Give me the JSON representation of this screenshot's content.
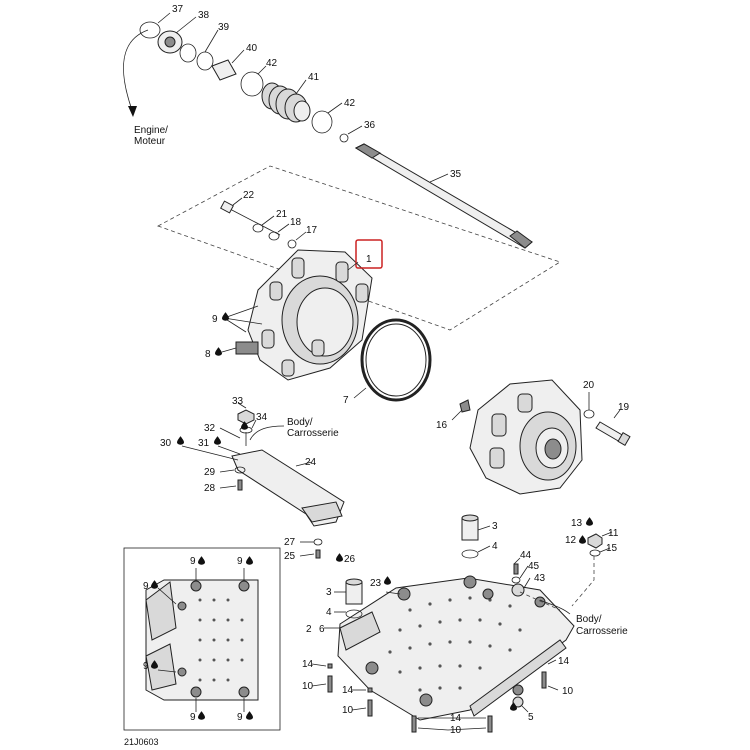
{
  "labels": {
    "p1": "1",
    "p2": "2",
    "p3a": "3",
    "p3b": "3",
    "p4a": "4",
    "p4b": "4",
    "p5": "5",
    "p6": "6",
    "p7": "7",
    "p8": "8",
    "p9a": "9",
    "p9b": "9",
    "p9c": "9",
    "p9d": "9",
    "p9e": "9",
    "p9f": "9",
    "p9g": "9",
    "p10a": "10",
    "p10b": "10",
    "p10c": "10",
    "p10d": "10",
    "p11": "11",
    "p12": "12",
    "p13": "13",
    "p14a": "14",
    "p14b": "14",
    "p14c": "14",
    "p14d": "14",
    "p15": "15",
    "p16": "16",
    "p17": "17",
    "p18": "18",
    "p19": "19",
    "p20": "20",
    "p21": "21",
    "p22": "22",
    "p23": "23",
    "p24": "24",
    "p25": "25",
    "p26": "26",
    "p27": "27",
    "p28": "28",
    "p29": "29",
    "p30": "30",
    "p31": "31",
    "p32": "32",
    "p33": "33",
    "p34": "34",
    "p35": "35",
    "p36": "36",
    "p37": "37",
    "p38": "38",
    "p39": "39",
    "p40": "40",
    "p41": "41",
    "p42a": "42",
    "p42b": "42",
    "p43": "43",
    "p44": "44",
    "p45": "45"
  },
  "notes": {
    "engine_1": "Engine/",
    "engine_2": "Moteur",
    "body1_1": "Body/",
    "body1_2": "Carrosserie",
    "body2_1": "Body/",
    "body2_2": "Carrosserie",
    "code": "21J0603"
  },
  "icons": {
    "drop": "drop-icon",
    "arrow": "arrow-right-icon"
  },
  "colors": {
    "highlight": "#cc2222",
    "ink": "#222222"
  }
}
